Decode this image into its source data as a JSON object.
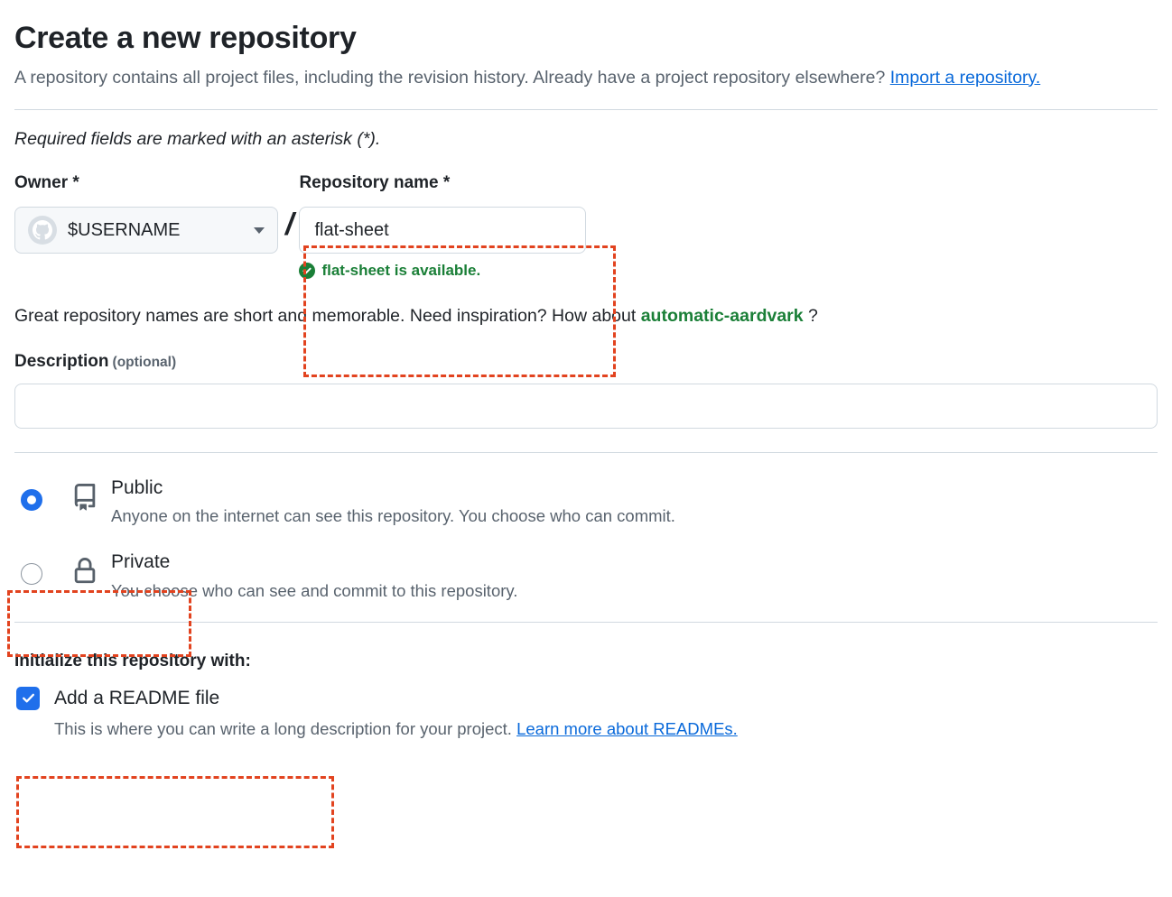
{
  "header": {
    "title": "Create a new repository",
    "intro_part1": "A repository contains all project files, including the revision history. Already have a project repository elsewhere? ",
    "import_link": "Import a repository."
  },
  "required_note": "Required fields are marked with an asterisk (*).",
  "owner": {
    "label": "Owner *",
    "value": "$USERNAME",
    "avatar_icon": "github-octocat-avatar-icon",
    "caret_icon": "chevron-down-icon"
  },
  "separator": "/",
  "repository_name": {
    "label": "Repository name *",
    "value": "flat-sheet",
    "placeholder": "",
    "availability_icon": "check-circle-icon",
    "availability_message": "flat-sheet is available."
  },
  "inspiration": {
    "text_before": "Great repository names are short and memorable. Need inspiration? How about ",
    "suggestion": "automatic-aardvark",
    "text_after": " ?"
  },
  "description": {
    "label": "Description",
    "optional": "(optional)",
    "value": "",
    "placeholder": ""
  },
  "visibility": {
    "options": [
      {
        "id": "public",
        "title": "Public",
        "description": "Anyone on the internet can see this repository. You choose who can commit.",
        "icon": "repo-book-icon",
        "selected": true
      },
      {
        "id": "private",
        "title": "Private",
        "description": "You choose who can see and commit to this repository.",
        "icon": "lock-icon",
        "selected": false
      }
    ]
  },
  "initialize": {
    "title": "Initialize this repository with:",
    "readme_label": "Add a README file",
    "readme_checked": true,
    "readme_description": "This is where you can write a long description for your project. ",
    "readme_link": "Learn more about READMEs."
  },
  "colors": {
    "accent_blue": "#0969da",
    "radio_blue": "#1f6feb",
    "success_green": "#1a7f37",
    "annotation_red": "#e2431f",
    "muted_text": "#59636e",
    "border": "#d1d9e0"
  }
}
